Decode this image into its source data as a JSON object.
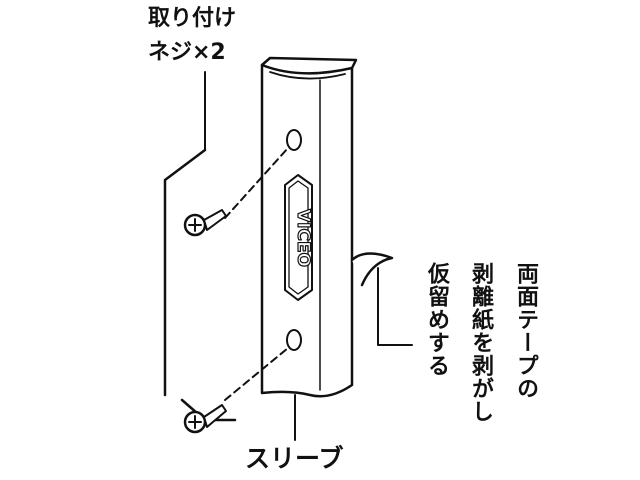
{
  "labels": {
    "screws_line1": "取り付け",
    "screws_line2": "ネジ×2",
    "sleeve": "スリーブ",
    "tape_col1": "両面テープの",
    "tape_col2": "剥離紙を剥がし",
    "tape_col3": "仮留めする"
  },
  "logo_text": "VICEO",
  "colors": {
    "line": "#111111",
    "background": "#ffffff"
  }
}
